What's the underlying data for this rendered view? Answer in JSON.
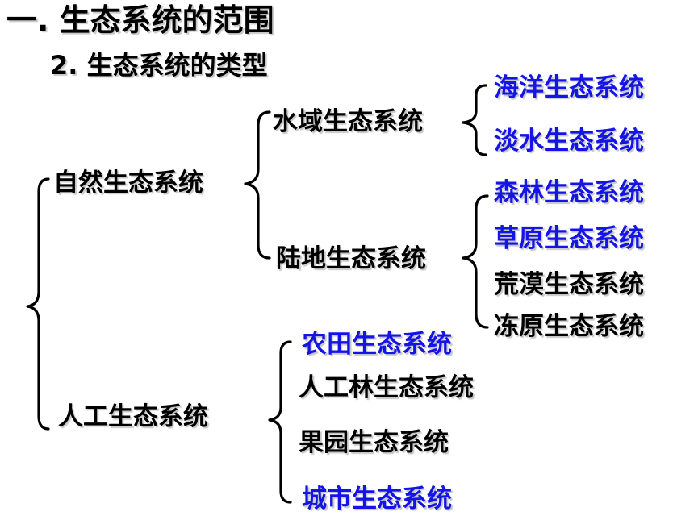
{
  "heading": {
    "title": "一. 生态系统的范围",
    "subtitle": "2. 生态系统的类型"
  },
  "tree": {
    "natural": {
      "label": "自然生态系统",
      "aquatic": {
        "label": "水域生态系统",
        "items": [
          "海洋生态系统",
          "淡水生态系统"
        ]
      },
      "terrestrial": {
        "label": "陆地生态系统",
        "items": [
          "森林生态系统",
          "草原生态系统",
          "荒漠生态系统",
          "冻原生态系统"
        ]
      }
    },
    "artificial": {
      "label": "人工生态系统",
      "items": [
        "农田生态系统",
        "人工林生态系统",
        "果园生态系统",
        "城市生态系统"
      ]
    }
  },
  "colors": {
    "highlight": "#1414e6",
    "normal": "#000000"
  }
}
